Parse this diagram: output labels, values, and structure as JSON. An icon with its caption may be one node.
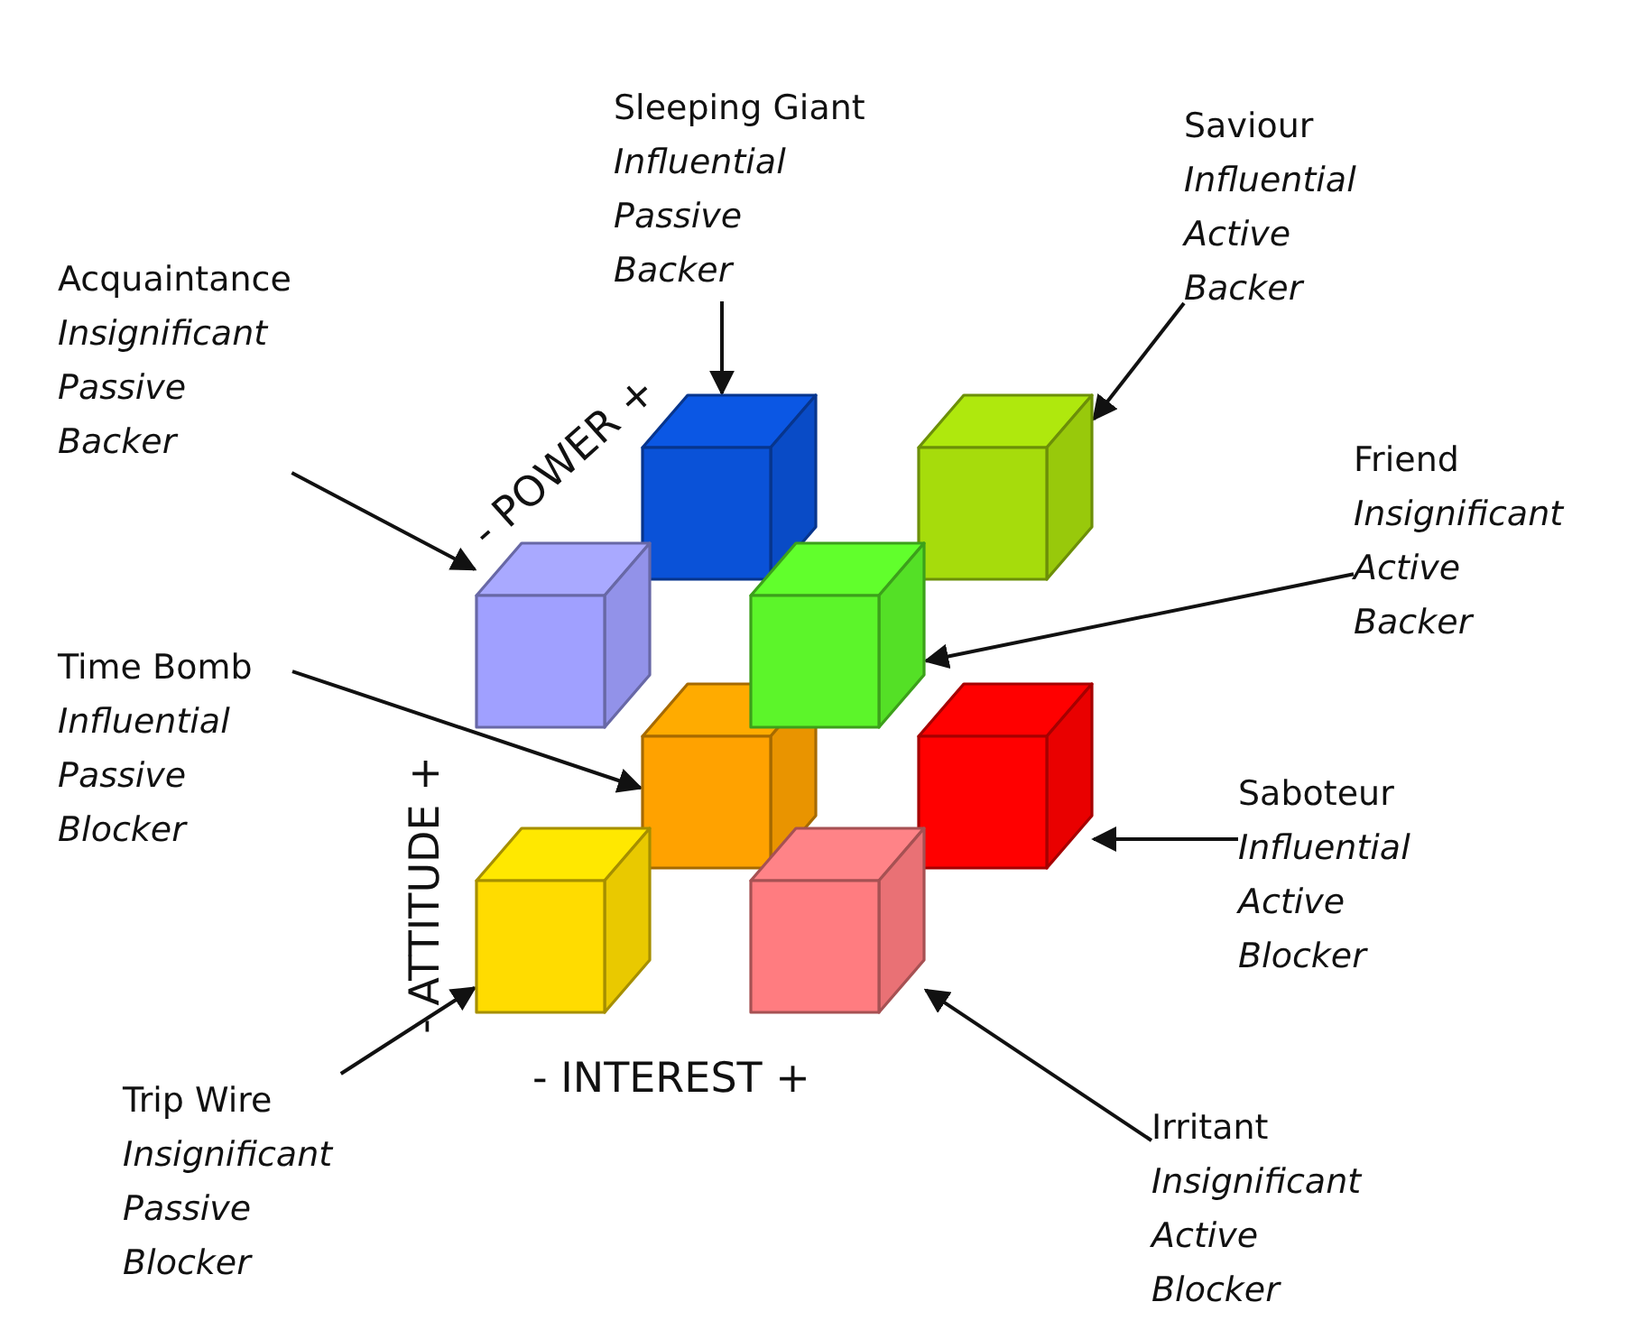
{
  "diagram": {
    "nodes": [
      {
        "text": [
          "Sleeping Giant",
          "Influential",
          "Passive",
          "Backer"
        ]
      },
      {
        "text": [
          "Saviour",
          "Influential",
          "Active",
          "Backer"
        ]
      },
      {
        "text": [
          "Acquaintance",
          "Insignificant",
          "Passive",
          "Backer"
        ]
      },
      {
        "text": [
          "Friend",
          "Insignificant",
          "Active",
          "Backer"
        ]
      },
      {
        "text": [
          "Time Bomb",
          "Influential",
          "Passive",
          "Blocker"
        ]
      },
      {
        "text": [
          "Saboteur",
          "Influential",
          "Active",
          "Blocker"
        ]
      },
      {
        "text": [
          "Trip Wire",
          "Insignificant",
          "Passive",
          "Blocker"
        ]
      },
      {
        "text": [
          "Irritant",
          "Insignificant",
          "Active",
          "Blocker"
        ]
      },
      {
        "text": [],
        "shape": "cube"
      },
      {
        "text": [],
        "shape": "cube"
      },
      {
        "text": [],
        "shape": "cube"
      },
      {
        "text": [],
        "shape": "cube"
      },
      {
        "text": [],
        "shape": "cube"
      },
      {
        "text": [],
        "shape": "cube"
      },
      {
        "text": [],
        "shape": "cube"
      },
      {
        "text": [],
        "shape": "cube"
      }
    ],
    "edges": [
      {
        "from": 0,
        "to": 8,
        "arrow": "to"
      },
      {
        "from": 1,
        "to": 9,
        "arrow": "to"
      },
      {
        "from": 2,
        "to": 10,
        "arrow": "to"
      },
      {
        "from": 3,
        "to": 11,
        "arrow": "to"
      },
      {
        "from": 4,
        "to": 12,
        "arrow": "to"
      },
      {
        "from": 5,
        "to": 13,
        "arrow": "to"
      },
      {
        "from": 6,
        "to": 14,
        "arrow": "to"
      },
      {
        "from": 7,
        "to": 15,
        "arrow": "to"
      }
    ],
    "labels": [
      "- POWER +",
      "- ATTITUDE +",
      "- INTEREST +"
    ]
  }
}
